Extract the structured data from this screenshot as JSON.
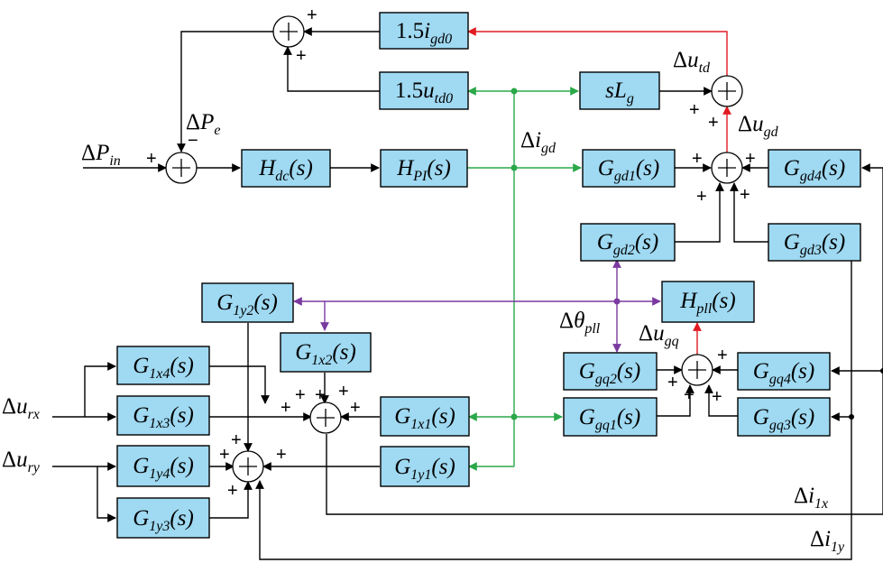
{
  "colors": {
    "block_fill": "#9fd9f2",
    "line_black": "#000000",
    "line_red": "#e11b22",
    "line_green": "#2aa84a",
    "line_purple": "#7a3aa0"
  },
  "blocks": {
    "i_gd0": {
      "prefix": "1.5",
      "main": "i",
      "sub": "gd0",
      "suffix": ""
    },
    "u_td0": {
      "prefix": "1.5",
      "main": "u",
      "sub": "td0",
      "suffix": ""
    },
    "sLg": {
      "prefix": "",
      "main": "sL",
      "sub": "g",
      "suffix": ""
    },
    "Hdc": {
      "prefix": "",
      "main": "H",
      "sub": "dc",
      "suffix": "(s)"
    },
    "HPI": {
      "prefix": "",
      "main": "H",
      "sub": "PI",
      "suffix": "(s)"
    },
    "Ggd1": {
      "prefix": "",
      "main": "G",
      "sub": "gd1",
      "suffix": "(s)"
    },
    "Ggd4": {
      "prefix": "",
      "main": "G",
      "sub": "gd4",
      "suffix": "(s)"
    },
    "Ggd2": {
      "prefix": "",
      "main": "G",
      "sub": "gd2",
      "suffix": "(s)"
    },
    "Ggd3": {
      "prefix": "",
      "main": "G",
      "sub": "gd3",
      "suffix": "(s)"
    },
    "G1y2": {
      "prefix": "",
      "main": "G",
      "sub": "1y2",
      "suffix": "(s)"
    },
    "Hpll": {
      "prefix": "",
      "main": "H",
      "sub": "pll",
      "suffix": "(s)"
    },
    "G1x2": {
      "prefix": "",
      "main": "G",
      "sub": "1x2",
      "suffix": "(s)"
    },
    "G1x4": {
      "prefix": "",
      "main": "G",
      "sub": "1x4",
      "suffix": "(s)"
    },
    "Ggq2": {
      "prefix": "",
      "main": "G",
      "sub": "gq2",
      "suffix": "(s)"
    },
    "Ggq4": {
      "prefix": "",
      "main": "G",
      "sub": "gq4",
      "suffix": "(s)"
    },
    "G1x3": {
      "prefix": "",
      "main": "G",
      "sub": "1x3",
      "suffix": "(s)"
    },
    "G1x1": {
      "prefix": "",
      "main": "G",
      "sub": "1x1",
      "suffix": "(s)"
    },
    "Ggq1": {
      "prefix": "",
      "main": "G",
      "sub": "gq1",
      "suffix": "(s)"
    },
    "Ggq3": {
      "prefix": "",
      "main": "G",
      "sub": "gq3",
      "suffix": "(s)"
    },
    "G1y4": {
      "prefix": "",
      "main": "G",
      "sub": "1y4",
      "suffix": "(s)"
    },
    "G1y1": {
      "prefix": "",
      "main": "G",
      "sub": "1y1",
      "suffix": "(s)"
    },
    "G1y3": {
      "prefix": "",
      "main": "G",
      "sub": "1y3",
      "suffix": "(s)"
    }
  },
  "labels": {
    "u_td": {
      "delta": "Δ",
      "main": "u",
      "sub": "td"
    },
    "u_gd": {
      "delta": "Δ",
      "main": "u",
      "sub": "gd"
    },
    "P_e": {
      "delta": "Δ",
      "main": "P",
      "sub": "e"
    },
    "P_in": {
      "delta": "Δ",
      "main": "P",
      "sub": "in"
    },
    "i_gd": {
      "delta": "Δ",
      "main": "i",
      "sub": "gd"
    },
    "theta_pll": {
      "delta": "Δ",
      "main": "θ",
      "sub": "pll"
    },
    "u_gq": {
      "delta": "Δ",
      "main": "u",
      "sub": "gq"
    },
    "u_rx": {
      "delta": "Δ",
      "main": "u",
      "sub": "rx"
    },
    "u_ry": {
      "delta": "Δ",
      "main": "u",
      "sub": "ry"
    },
    "i_1x": {
      "delta": "Δ",
      "main": "i",
      "sub": "1x"
    },
    "i_1y": {
      "delta": "Δ",
      "main": "i",
      "sub": "1y"
    }
  },
  "signs": {
    "plus": "+",
    "minus": "−"
  }
}
